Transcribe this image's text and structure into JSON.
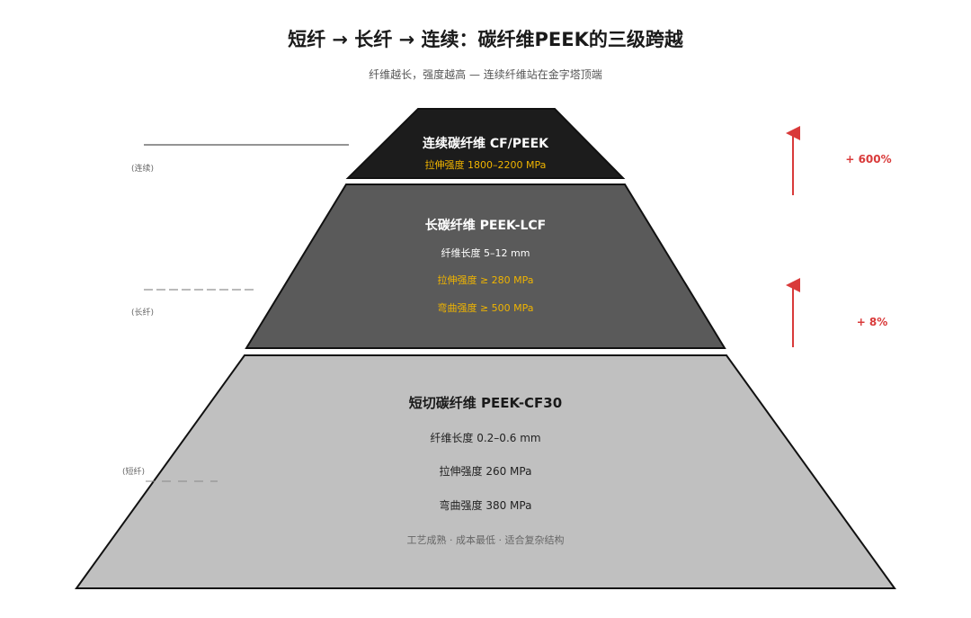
{
  "title": "短纤 → 长纤 → 连续：碳纤维PEEK的三级跨越",
  "subtitle": "纤维越长，强度越高 — 连续纤维站在金字塔顶端",
  "tiers": {
    "top": {
      "name": "连续碳纤维 CF/PEEK",
      "line1": "拉伸强度 1800–2200 MPa",
      "side_label": "(连续)"
    },
    "middle": {
      "name": "长碳纤维 PEEK-LCF",
      "line1": "纤维长度 5–12 mm",
      "line2": "拉伸强度 ≥ 280 MPa",
      "line3": "弯曲强度 ≥ 500 MPa",
      "side_label": "(长纤)"
    },
    "bottom": {
      "name": "短切碳纤维 PEEK-CF30",
      "line1": "纤维长度 0.2–0.6 mm",
      "line2": "拉伸强度 260 MPa",
      "line3": "弯曲强度 380 MPa",
      "note": "工艺成熟 · 成本最低 · 适合复杂结构",
      "side_label": "(短纤)"
    }
  },
  "gains": {
    "upper": "+ 600%",
    "lower": "+ 8%"
  },
  "colors": {
    "top_fill": "#1c1c1c",
    "middle_fill": "#5a5a5a",
    "bottom_fill": "#c0c0c0",
    "highlight_text": "#f0b400",
    "arrow": "#d93a3a",
    "outline": "#111111"
  }
}
